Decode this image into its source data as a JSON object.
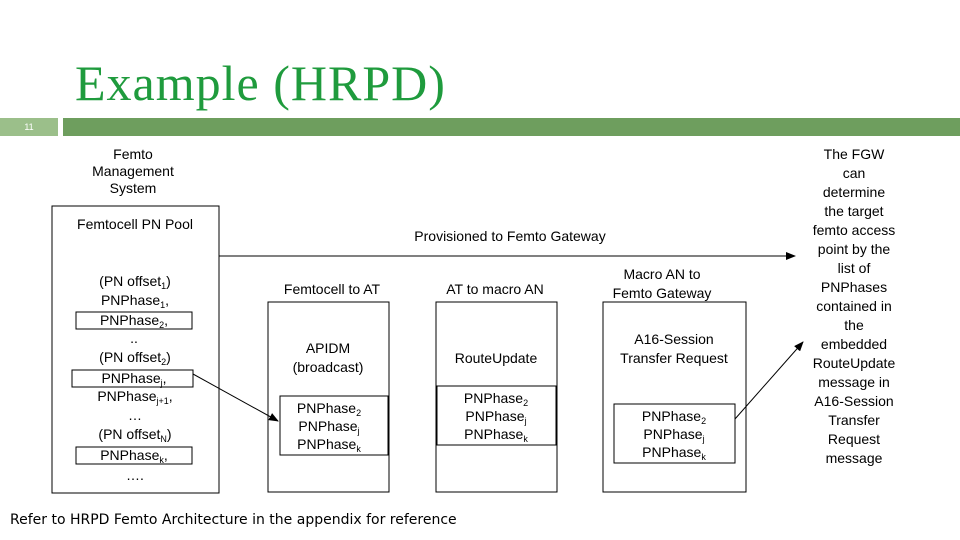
{
  "slide": {
    "title": "Example (HRPD)",
    "number": "11",
    "footer": "Refer to HRPD Femto Architecture in the appendix for reference"
  },
  "diagram": {
    "fms_label": [
      "Femto",
      "Management",
      "System"
    ],
    "pool_title": "Femtocell PN Pool",
    "pool_items": {
      "pn_offset_1": "(PN offset",
      "pn_offset_1_sub": "1",
      "pn_phase_1": "PNPhase",
      "pn_phase_1_sub": "1",
      "pn_phase_2": "PNPhase",
      "pn_phase_2_sub": "2",
      "dots_1": "..",
      "pn_offset_2": "(PN offset",
      "pn_offset_2_sub": "2",
      "pn_phase_j": "PNPhase",
      "pn_phase_j_sub": "j",
      "pn_phase_j1": "PNPhase",
      "pn_phase_j1_sub": "j+1",
      "dots_2": "…",
      "pn_offset_n": "(PN offset",
      "pn_offset_n_sub": "N",
      "pn_phase_k": "PNPhase",
      "pn_phase_k_sub": "k",
      "dots_3": "…."
    },
    "provisioned_label": "Provisioned to Femto Gateway",
    "femtocell_to_at": {
      "header": "Femtocell to AT",
      "box_line1": "APIDM",
      "box_line2": "(broadcast)"
    },
    "at_to_macro": {
      "header": "AT to macro AN",
      "box_label": "RouteUpdate"
    },
    "macro_to_fgw": {
      "header_line1": "Macro AN to",
      "header_line2": "Femto Gateway",
      "box_line1": "A16-Session",
      "box_line2": "Transfer Request"
    },
    "phase_list": {
      "p2": "PNPhase",
      "p2_sub": "2",
      "pj": "PNPhase",
      "pj_sub": "j",
      "pk": "PNPhase",
      "pk_sub": "k"
    },
    "fgw_note": [
      "The FGW",
      "can",
      "determine",
      "the target",
      "femto access",
      "point by the",
      "list of",
      "PNPhases",
      "contained in",
      "the",
      "embedded",
      "RouteUpdate",
      "message in",
      "A16-Session",
      "Transfer",
      "Request",
      "message"
    ]
  },
  "colors": {
    "title": "#1f9b3d",
    "bar_main": "#6e9e5e",
    "bar_left": "#9bbf8a"
  }
}
